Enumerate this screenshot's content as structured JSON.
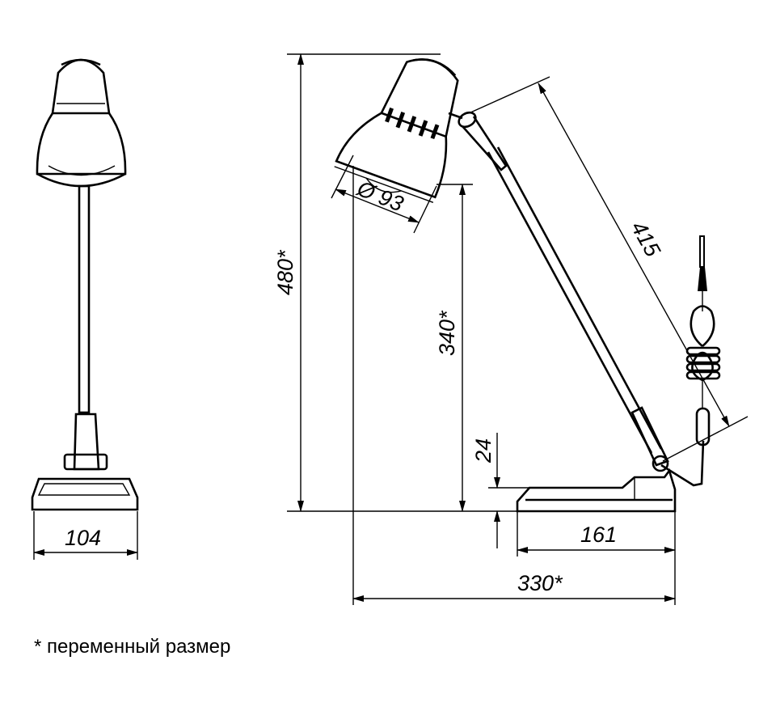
{
  "drawing": {
    "front_view": {
      "width_label": "104"
    },
    "side_view": {
      "height_total_label": "480*",
      "height_shade_label": "340*",
      "shade_diameter_label": "Ø 93",
      "arm_length_label": "415",
      "base_height_label": "24",
      "base_length_label": "161",
      "reach_label": "330*"
    },
    "footnote": "* переменный размер"
  }
}
